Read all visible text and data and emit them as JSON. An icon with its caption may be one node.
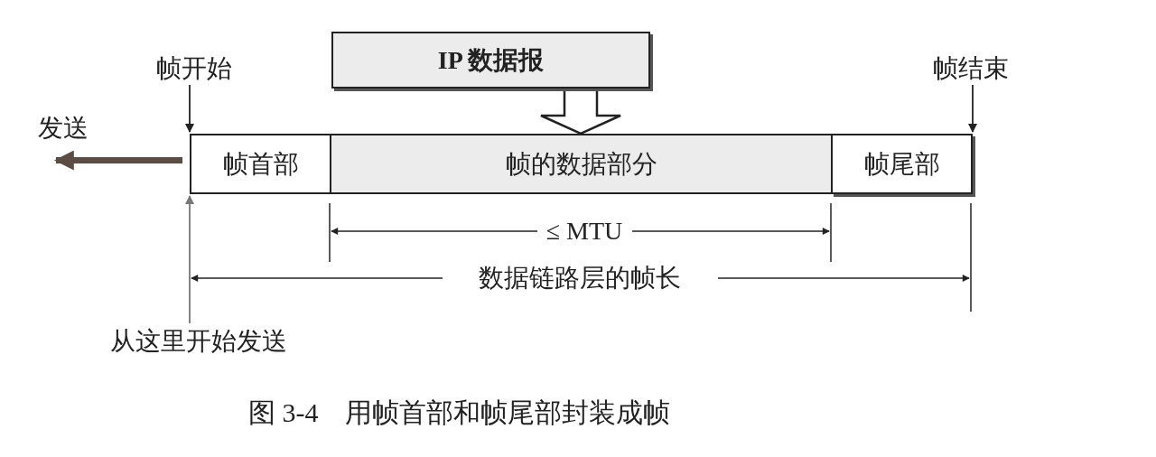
{
  "diagram": {
    "caption": "图 3-4　用帧首部和帧尾部封装成帧",
    "nodes": [
      {
        "text": [
          "IP 数据报"
        ]
      },
      {
        "text": [
          "帧首部"
        ]
      },
      {
        "text": [
          "帧的数据部分"
        ]
      },
      {
        "text": [
          "帧尾部"
        ]
      },
      {
        "text": [
          "帧开始"
        ]
      },
      {
        "text": [
          "帧结束"
        ]
      },
      {
        "text": [
          "从这里开始发送"
        ]
      }
    ],
    "edges": [
      {
        "from": 0,
        "to": 2,
        "arrow": "to"
      },
      {
        "from": 4,
        "to": 1,
        "arrow": "to"
      },
      {
        "from": 5,
        "to": 3,
        "arrow": "to"
      },
      {
        "from": 1,
        "to": null,
        "arrow": "to",
        "style": "thick",
        "color": "#5b4c44"
      },
      {
        "from": 6,
        "to": 1,
        "arrow": "to",
        "color": "#777777"
      }
    ],
    "labels": [
      "发送",
      "≤ MTU",
      "数据链路层的帧长"
    ]
  }
}
